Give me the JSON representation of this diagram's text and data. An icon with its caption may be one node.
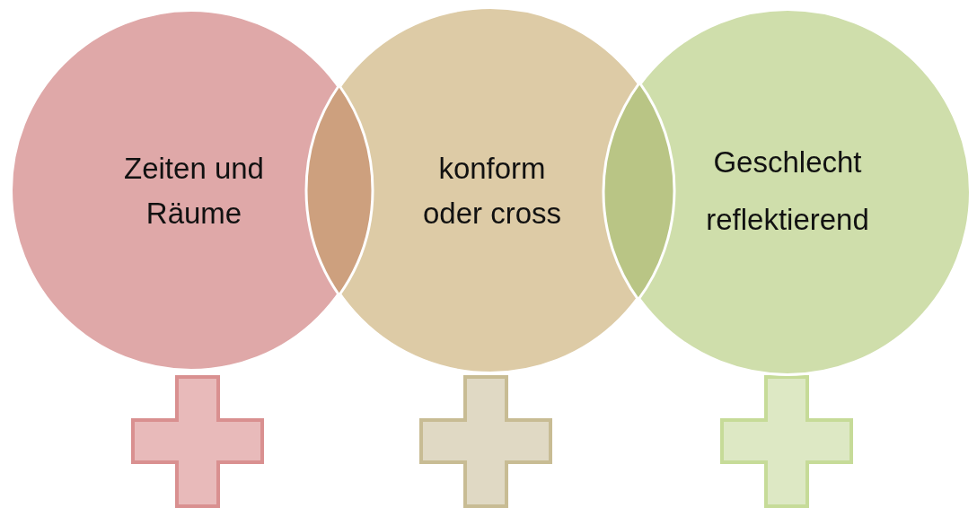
{
  "diagram": {
    "nodes": [
      {
        "text": [
          "Zeiten und Räume"
        ]
      },
      {
        "text": [
          "konform oder cross"
        ]
      },
      {
        "text": [
          "Geschlecht reflektierend"
        ]
      }
    ]
  }
}
